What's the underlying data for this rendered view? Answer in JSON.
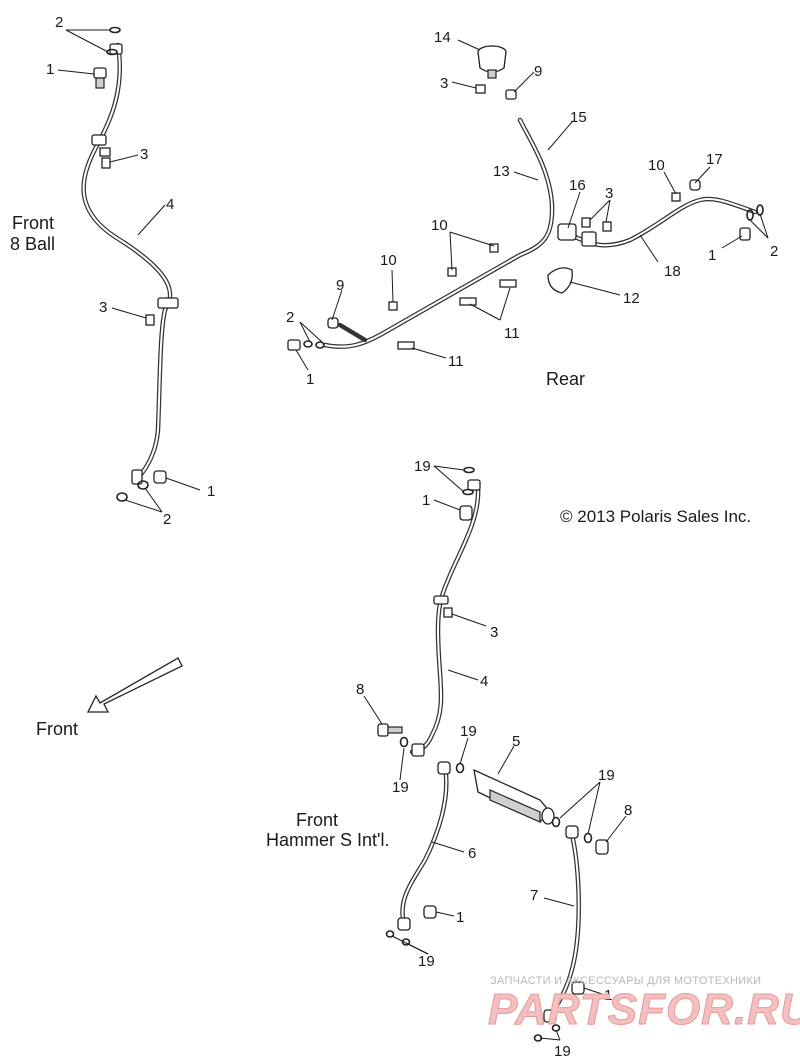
{
  "labels": {
    "n1": "1",
    "n2": "2",
    "n3": "3",
    "n4": "4",
    "n5": "5",
    "n6": "6",
    "n7": "7",
    "n8": "8",
    "n9": "9",
    "n10": "10",
    "n11": "11",
    "n12": "12",
    "n13": "13",
    "n14": "14",
    "n15": "15",
    "n16": "16",
    "n17": "17",
    "n18": "18",
    "n19": "19"
  },
  "captions": {
    "front_8ball_line1": "Front",
    "front_8ball_line2": "8 Ball",
    "rear": "Rear",
    "front_arrow": "Front",
    "front_hammer_line1": "Front",
    "front_hammer_line2": "Hammer S Int'l."
  },
  "copyright": "© 2013 Polaris Sales Inc.",
  "watermark": {
    "line1": "ЗАПЧАСТИ И АКСЕССУАРЫ ДЛЯ МОТОТЕХНИКИ",
    "line2": "PARTSFOR.RU"
  }
}
